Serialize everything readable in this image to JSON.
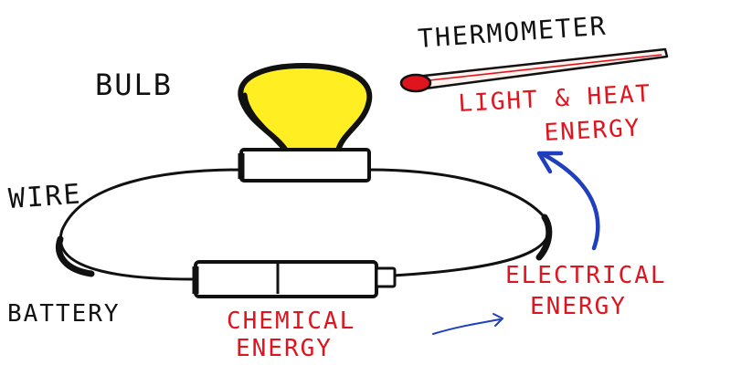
{
  "labels": {
    "thermometer": "THERMOMETER",
    "bulb": "BULB",
    "wire": "WIRE",
    "battery": "BATTERY",
    "light_heat_line1": "LIGHT & HEAT",
    "light_heat_line2": "ENERGY",
    "electrical_line1": "ELECTRICAL",
    "electrical_line2": "ENERGY",
    "chemical_line1": "CHEMICAL",
    "chemical_line2": "ENERGY"
  },
  "colors": {
    "ink": "#111111",
    "energy_text": "#e0141e",
    "arrow": "#1f3fbf",
    "bulb_glass": "#ffee22",
    "thermometer_bulb": "#e0141e"
  }
}
